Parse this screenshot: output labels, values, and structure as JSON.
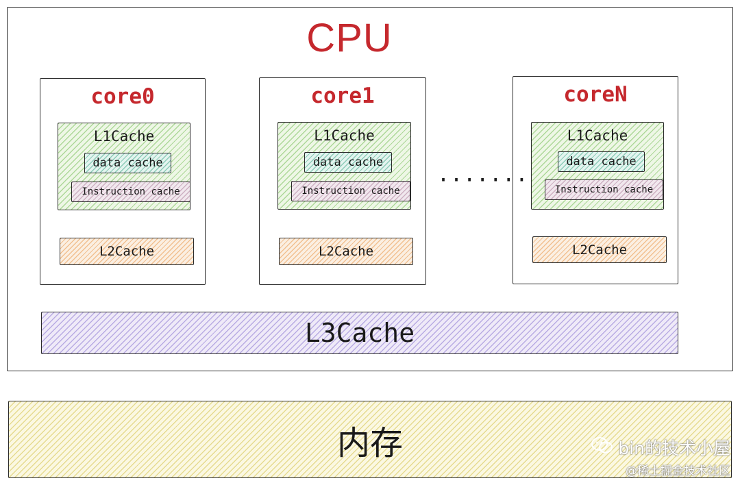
{
  "cpu": {
    "title": "CPU",
    "title_color": "#c5282d"
  },
  "cores": [
    {
      "name": "core0",
      "l1": "L1Cache",
      "data_cache": "data cache",
      "instruction_cache": "Instruction cache",
      "l2": "L2Cache"
    },
    {
      "name": "core1",
      "l1": "L1Cache",
      "data_cache": "data cache",
      "instruction_cache": "Instruction cache",
      "l2": "L2Cache"
    },
    {
      "name": "coreN",
      "l1": "L1Cache",
      "data_cache": "data cache",
      "instruction_cache": "Instruction cache",
      "l2": "L2Cache"
    }
  ],
  "ellipsis": "·······",
  "l3": "L3Cache",
  "memory": "内存",
  "watermark": {
    "line1": "bin的技术小屋",
    "line2": "@稀土掘金技术社区",
    "icon": "wechat-icon"
  },
  "colors": {
    "l1": "#b9df9d",
    "data_cache": "#7fcfb8",
    "instruction_cache": "#c9a7bd",
    "l2": "#f2b77c",
    "l3": "#b5a7e6",
    "memory": "#e8dc7a"
  }
}
